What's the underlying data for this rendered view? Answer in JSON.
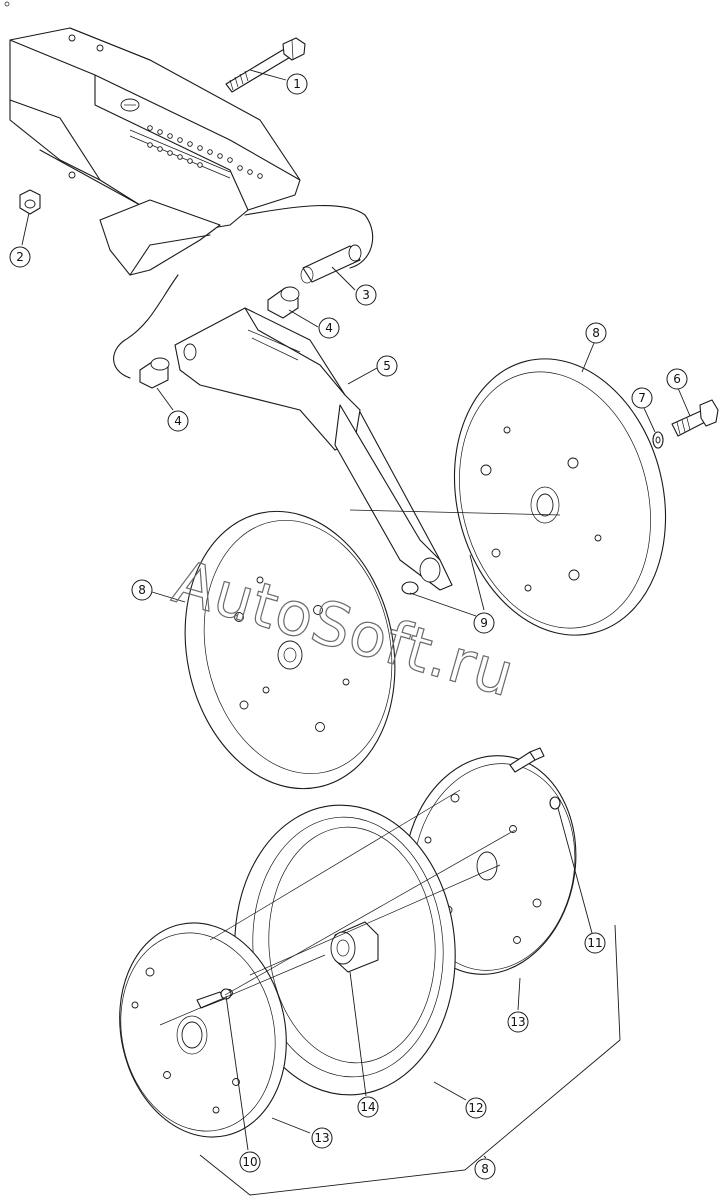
{
  "diagram": {
    "part_labels": [
      "1",
      "2",
      "3",
      "4",
      "4",
      "5",
      "6",
      "7",
      "8",
      "8",
      "8",
      "9",
      "10",
      "11",
      "12",
      "13",
      "13",
      "14"
    ]
  },
  "watermark": "AutoSoft.ru"
}
